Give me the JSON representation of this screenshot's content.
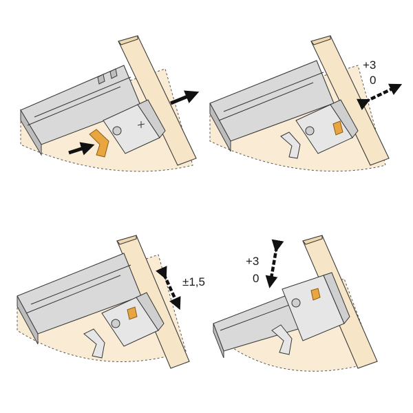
{
  "steps": [
    {
      "id": 1,
      "labels": []
    },
    {
      "id": 2,
      "labels": [
        "+3",
        "0"
      ]
    },
    {
      "id": 3,
      "labels": [
        "±1,5"
      ]
    },
    {
      "id": 4,
      "labels": [
        "+3",
        "0"
      ]
    }
  ],
  "colors": {
    "board": "#f6e5c6",
    "panel_area": "#faecd4",
    "rail": "#d9d9d9",
    "lever_orange": "#e9a640",
    "arrow": "#111111"
  },
  "icons": [
    "arrow-right-icon",
    "double-arrow-icon",
    "orange-lever",
    "drawer-runner",
    "side-panel"
  ]
}
